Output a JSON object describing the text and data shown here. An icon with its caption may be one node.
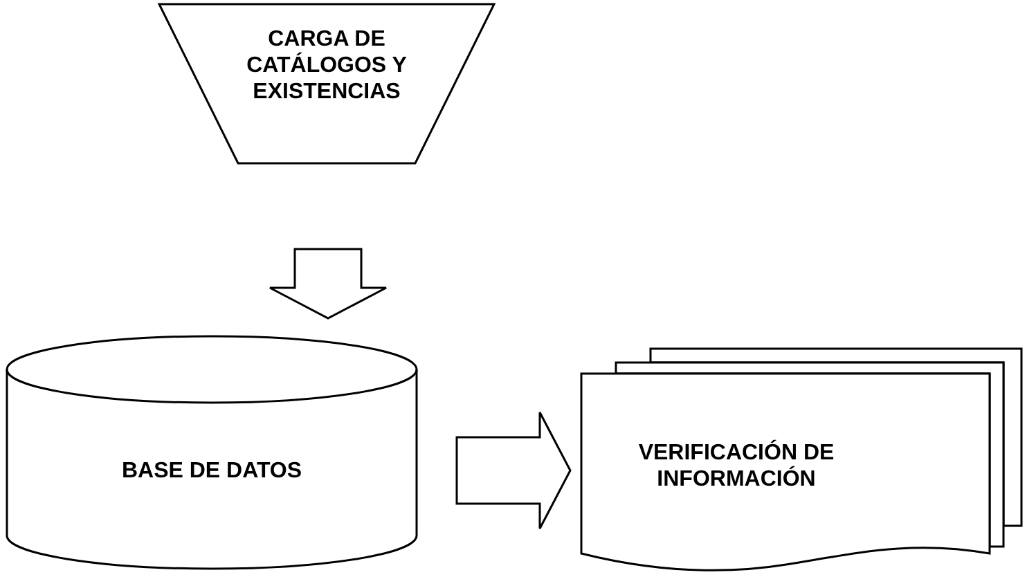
{
  "diagram": {
    "nodes": [
      {
        "text": [
          "CARGA DE CATÁLOGOS Y EXISTENCIAS"
        ]
      },
      {
        "text": [
          "BASE DE DATOS"
        ]
      },
      {
        "text": [
          "VERIFICACIÓN DE INFORMACIÓN"
        ]
      }
    ],
    "edges": [
      {
        "from": 0,
        "to": 1,
        "arrow": "to"
      },
      {
        "from": 1,
        "to": 2,
        "arrow": "to"
      }
    ]
  }
}
